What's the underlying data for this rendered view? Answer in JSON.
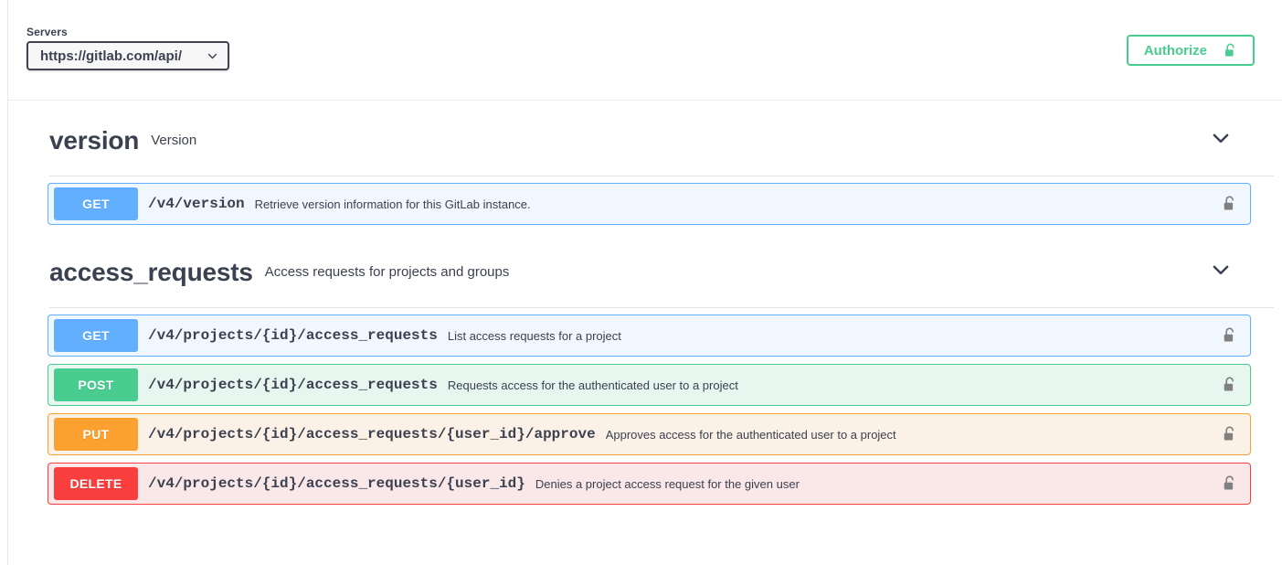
{
  "scheme": {
    "servers_label": "Servers",
    "server_value": "https://gitlab.com/api/",
    "caret_icon": "chevron-down-icon",
    "authorize_label": "Authorize",
    "authorize_icon": "unlocked-padlock-icon",
    "authorize_color": "#49cc90"
  },
  "colors": {
    "get": "#61affe",
    "post": "#49cc90",
    "put": "#fca130",
    "delete": "#f93e3e",
    "text": "#3b4151"
  },
  "sections": [
    {
      "name": "version",
      "description": "Version",
      "chevron_icon": "chevron-down-icon",
      "operations": [
        {
          "method": "GET",
          "method_key": "get",
          "path": "/v4/version",
          "summary": "Retrieve version information for this GitLab instance.",
          "lock_icon": "unlocked-padlock-icon"
        }
      ]
    },
    {
      "name": "access_requests",
      "description": "Access requests for projects and groups",
      "chevron_icon": "chevron-down-icon",
      "operations": [
        {
          "method": "GET",
          "method_key": "get",
          "path": "/v4/projects/{id}/access_requests",
          "summary": "List access requests for a project",
          "lock_icon": "unlocked-padlock-icon"
        },
        {
          "method": "POST",
          "method_key": "post",
          "path": "/v4/projects/{id}/access_requests",
          "summary": "Requests access for the authenticated user to a project",
          "lock_icon": "unlocked-padlock-icon"
        },
        {
          "method": "PUT",
          "method_key": "put",
          "path": "/v4/projects/{id}/access_requests/{user_id}/approve",
          "summary": "Approves access for the authenticated user to a project",
          "lock_icon": "unlocked-padlock-icon"
        },
        {
          "method": "DELETE",
          "method_key": "delete",
          "path": "/v4/projects/{id}/access_requests/{user_id}",
          "summary": "Denies a project access request for the given user",
          "lock_icon": "unlocked-padlock-icon"
        }
      ]
    }
  ]
}
